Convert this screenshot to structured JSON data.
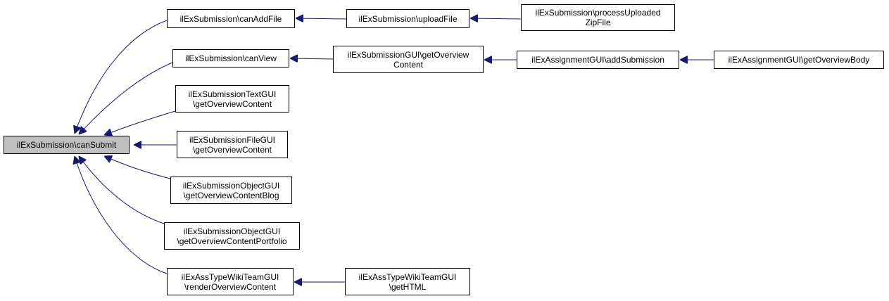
{
  "diagram": {
    "edge_color": "#191970",
    "root_fill": "#bfbfbf",
    "nodes": {
      "root": "ilExSubmission\\canSubmit",
      "canAddFile": "ilExSubmission\\canAddFile",
      "uploadFile": "ilExSubmission\\uploadFile",
      "processUploadedZipFile": "ilExSubmission\\processUploaded\nZipFile",
      "canView": "ilExSubmission\\canView",
      "submissionGuiOverview": "ilExSubmissionGUI\\getOverview\nContent",
      "addSubmission": "ilExAssignmentGUI\\addSubmission",
      "getOverviewBody": "ilExAssignmentGUI\\getOverviewBody",
      "textGui": "ilExSubmissionTextGUI\n\\getOverviewContent",
      "fileGui": "ilExSubmissionFileGUI\n\\getOverviewContent",
      "objectGuiBlog": "ilExSubmissionObjectGUI\n\\getOverviewContentBlog",
      "objectGuiPortfolio": "ilExSubmissionObjectGUI\n\\getOverviewContentPortfolio",
      "wikiTeamRender": "ilExAssTypeWikiTeamGUI\n\\renderOverviewContent",
      "wikiTeamHtml": "ilExAssTypeWikiTeamGUI\n\\getHTML"
    },
    "edges": [
      {
        "from": "canAddFile",
        "to": "root"
      },
      {
        "from": "canView",
        "to": "root"
      },
      {
        "from": "textGui",
        "to": "root"
      },
      {
        "from": "fileGui",
        "to": "root"
      },
      {
        "from": "objectGuiBlog",
        "to": "root"
      },
      {
        "from": "objectGuiPortfolio",
        "to": "root"
      },
      {
        "from": "wikiTeamRender",
        "to": "root"
      },
      {
        "from": "uploadFile",
        "to": "canAddFile"
      },
      {
        "from": "processUploadedZipFile",
        "to": "uploadFile"
      },
      {
        "from": "submissionGuiOverview",
        "to": "canView"
      },
      {
        "from": "addSubmission",
        "to": "submissionGuiOverview"
      },
      {
        "from": "getOverviewBody",
        "to": "addSubmission"
      },
      {
        "from": "wikiTeamHtml",
        "to": "wikiTeamRender"
      }
    ]
  }
}
